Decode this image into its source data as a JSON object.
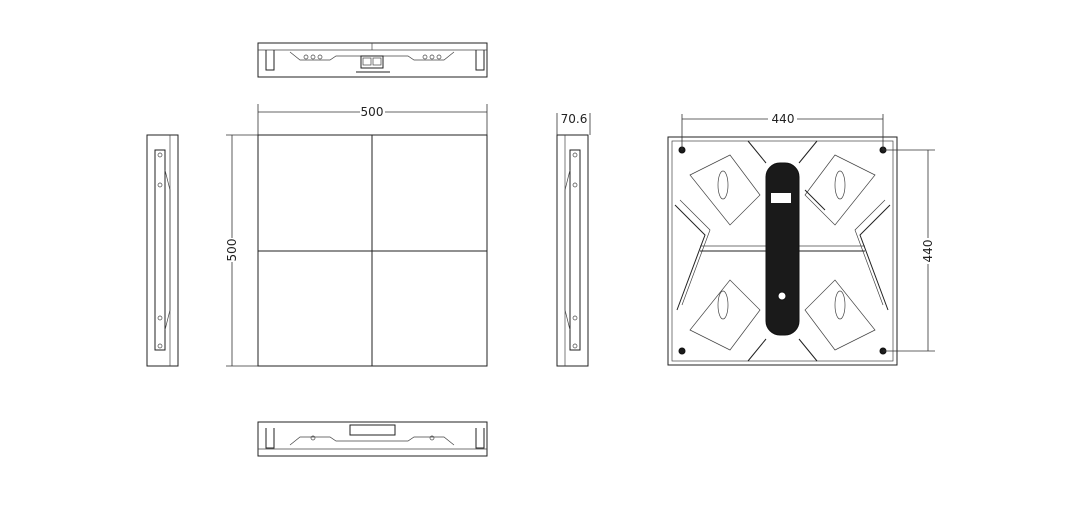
{
  "drawing": {
    "front_width_label": "500",
    "front_height_label": "500",
    "depth_label": "70.6",
    "back_width_label": "440",
    "back_height_label": "440"
  },
  "colors": {
    "line": "#222222",
    "background": "#ffffff"
  }
}
